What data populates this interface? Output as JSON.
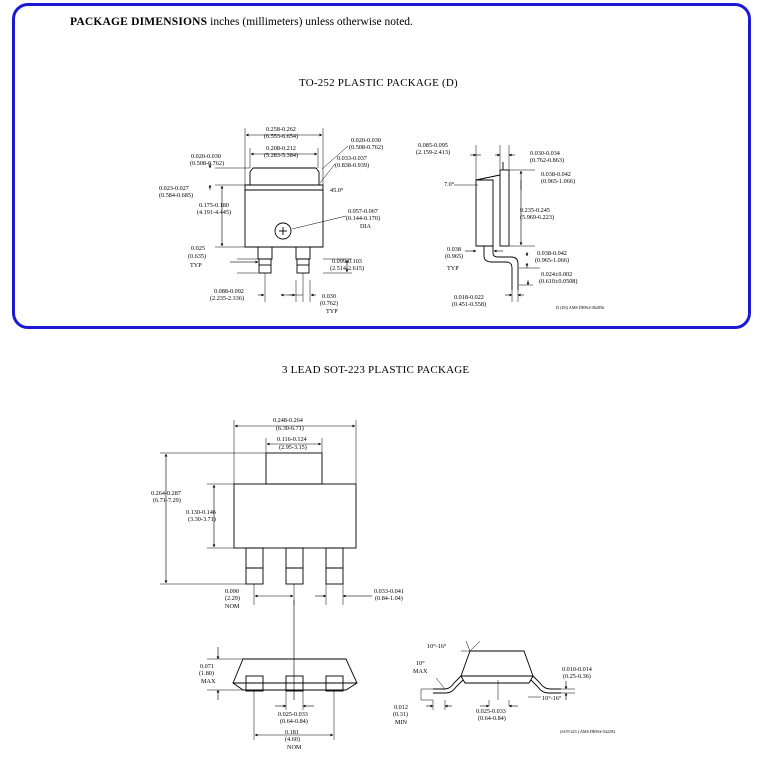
{
  "header": {
    "bold": "PACKAGE DIMENSIONS",
    "rest": " inches (millimeters) unless otherwise noted."
  },
  "titles": {
    "to252": "TO-252 PLASTIC PACKAGE (D)",
    "sot223": "3 LEAD SOT-223 PLASTIC PACKAGE"
  },
  "to252_front": {
    "dim_total_w_in": "0.258-0.262",
    "dim_total_w_mm": "(6.553-6.654)",
    "dim_tab_w_in": "0.208-0.212",
    "dim_tab_w_mm": "(5.283-5.384)",
    "dim_chamfer_in": "0.020-0.030",
    "dim_chamfer_mm": "(0.508-0.762)",
    "dim_step_in": "0.033-0.037",
    "dim_step_mm": "(0.838-0.939)",
    "dim_angle": "45.0°",
    "dim_left_step_in": "0.020-0.030",
    "dim_left_step_mm": "(0.508-0.762)",
    "dim_left_b_in": "0.023-0.027",
    "dim_left_b_mm": "(0.584-0.685)",
    "dim_body_h_in": "0.175-0.180",
    "dim_body_h_mm": "(4.191-4.445)",
    "dim_hole_in": "0.057-0.067",
    "dim_hole_mm": "(0.144-0.170)",
    "dim_hole_label": "DIA",
    "dim_lead_w_in": "0.025",
    "dim_lead_w_mm": "(0.635)",
    "dim_lead_w_typ": "TYP",
    "dim_lead_len_in": "0.099-0.103",
    "dim_lead_len_mm": "(2.514-2.615)",
    "dim_pitch_in": "0.088-0.092",
    "dim_pitch_mm": "(2.235-2.336)",
    "dim_lead_sp_in": "0.030",
    "dim_lead_sp_mm": "(0.762)",
    "dim_lead_sp_typ": "TYP"
  },
  "to252_side": {
    "dim_a_in": "0.085-0.095",
    "dim_a_mm": "(2.159-2.413)",
    "dim_b_in": "0.030-0.034",
    "dim_b_mm": "(0.762-0.863)",
    "dim_angle": "7.0°",
    "dim_c_in": "0.038-0.042",
    "dim_c_mm": "(0.965-1.066)",
    "dim_d_in": "0.235-0.245",
    "dim_d_mm": "(5.969-6.223)",
    "dim_e_in": "0.038",
    "dim_e_mm": "(0.965)",
    "dim_e_typ": "TYP",
    "dim_f_in": "0.038-0.042",
    "dim_f_mm": "(0.965-1.066)",
    "dim_g_in": "0.024±0.002",
    "dim_g_mm": "(0.610±0.0508)",
    "dim_h_in": "0.018-0.022",
    "dim_h_mm": "(0.451-0.558)",
    "drawing_id": "D (D3) AMS DRW# 062856"
  },
  "sot_top": {
    "dim_total_w_in": "0.248-0.264",
    "dim_total_w_mm": "(6.30-6.71)",
    "dim_tab_w_in": "0.116-0.124",
    "dim_tab_w_mm": "(2.95-3.15)",
    "dim_total_h_in": "0.264-0.287",
    "dim_total_h_mm": "(6.71-7.29)",
    "dim_body_h_in": "0.130-0.146",
    "dim_body_h_mm": "(3.30-3.71)",
    "dim_pitch_in": "0.090",
    "dim_pitch_mm": "(2.29)",
    "dim_pitch_nom": "NOM",
    "dim_lead_w_in": "0.033-0.041",
    "dim_lead_w_mm": "(0.84-1.04)"
  },
  "sot_front": {
    "dim_h_in": "0.071",
    "dim_h_mm": "(1.80)",
    "dim_h_max": "MAX",
    "dim_lead_in": "0.025-0.033",
    "dim_lead_mm": "(0.64-0.84)",
    "dim_span_in": "0.181",
    "dim_span_mm": "(4.60)",
    "dim_span_nom": "NOM"
  },
  "sot_side": {
    "dim_angle_top": "10°-16°",
    "dim_angle_left": "10°",
    "dim_angle_left_max": "MAX",
    "dim_thick_in": "0.010-0.014",
    "dim_thick_mm": "(0.25-0.36)",
    "dim_angle_right": "10°-16°",
    "dim_foot_in": "0.012",
    "dim_foot_mm": "(0.31)",
    "dim_foot_min": "MIN",
    "dim_lead_in": "0.025-0.033",
    "dim_lead_mm": "(0.64-0.84)",
    "drawing_id": "(SOT-223 ) AMS DRW# 042292"
  }
}
